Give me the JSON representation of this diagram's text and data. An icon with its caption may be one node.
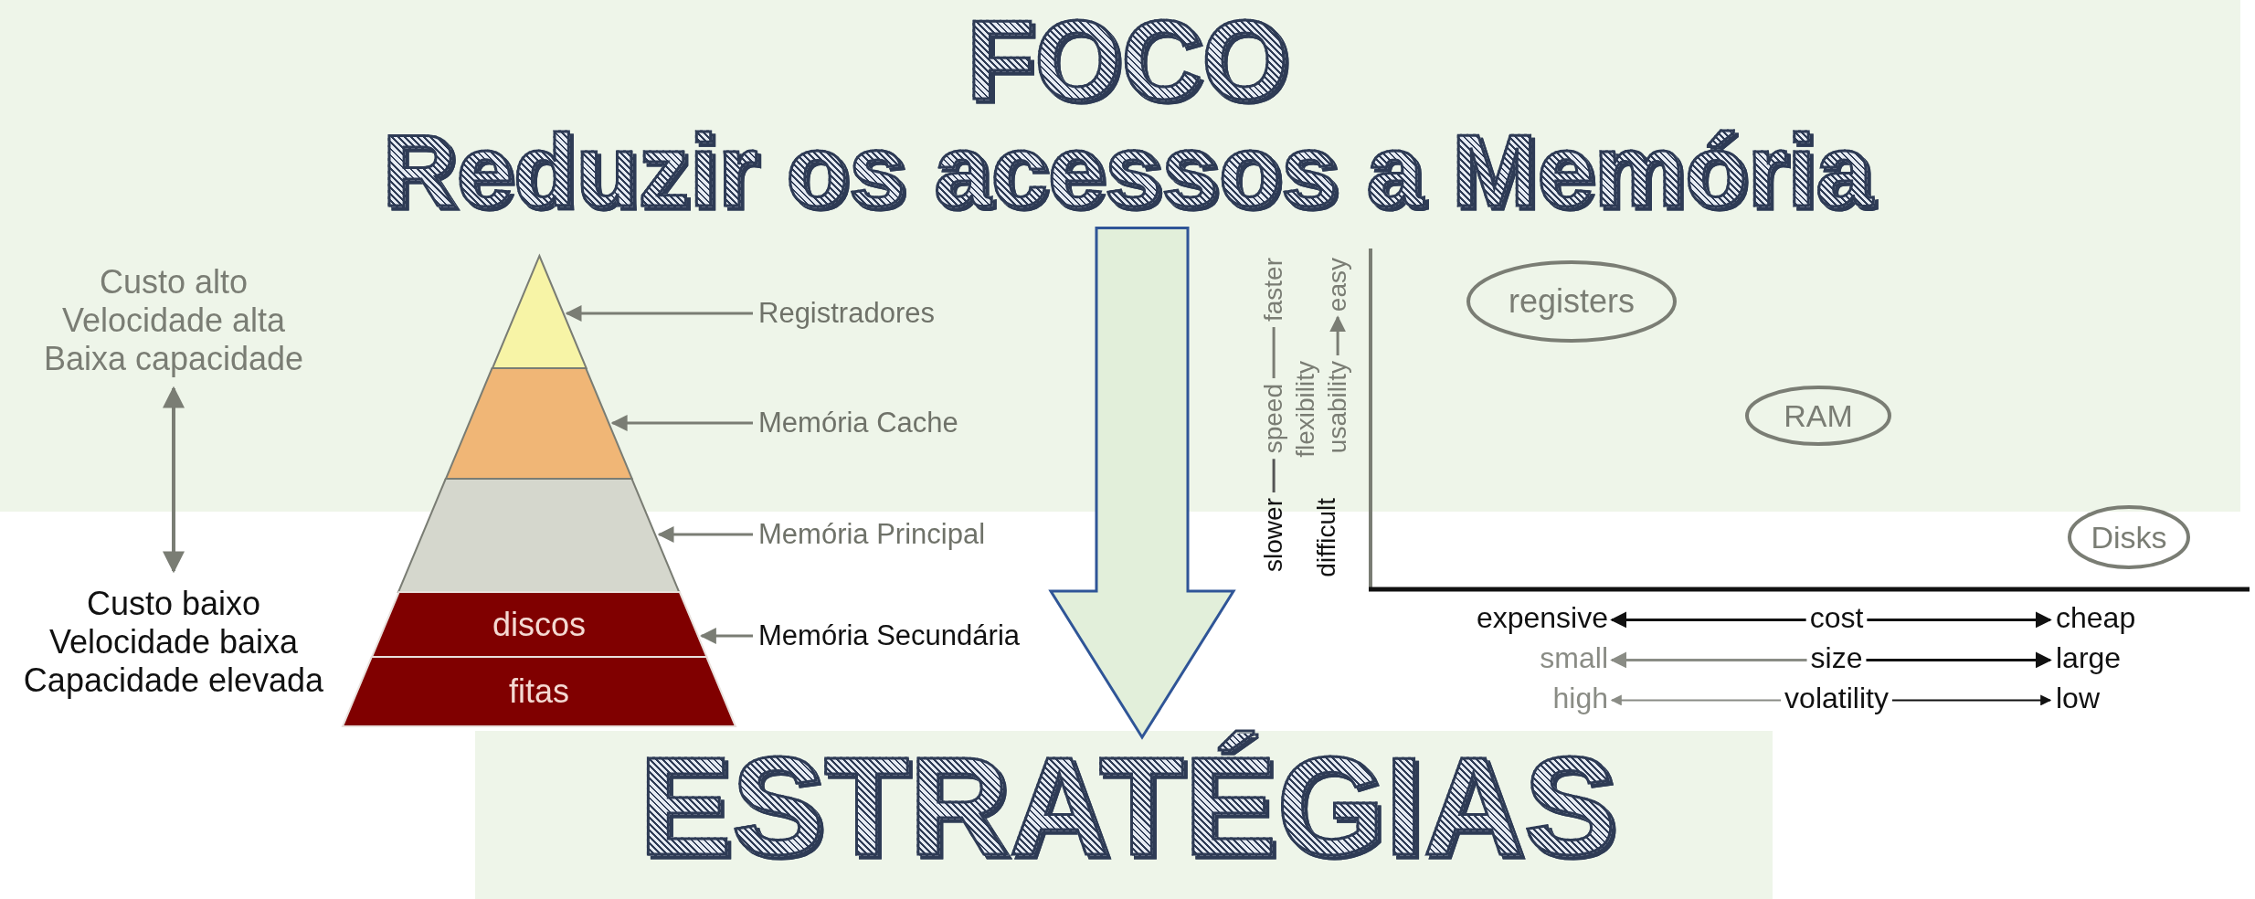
{
  "diagram": {
    "title": "FOCO",
    "nodes": [
      {
        "text": [],
        "shape": "triangle"
      },
      {
        "text": [],
        "shape": "trapezoid"
      },
      {
        "text": [],
        "shape": "trapezoid"
      },
      {
        "text": [
          "discos"
        ]
      },
      {
        "text": [
          "fitas"
        ]
      },
      {
        "text": [
          "Registradores"
        ]
      },
      {
        "text": [
          "Memória Cache"
        ]
      },
      {
        "text": [
          "Memória Principal"
        ]
      },
      {
        "text": [
          "Memória Secundária"
        ]
      },
      {
        "text": [
          "registers"
        ]
      },
      {
        "text": [
          "RAM"
        ]
      },
      {
        "text": [
          "Disks"
        ]
      },
      {
        "text": [
          "Reduzir os acessos a Memória"
        ]
      },
      {
        "text": [
          "ESTRATÉGIAS"
        ]
      }
    ],
    "edges": [
      {
        "from": 5,
        "to": 0,
        "arrow": "to"
      },
      {
        "from": 6,
        "to": 1,
        "arrow": "to"
      },
      {
        "from": 7,
        "to": 2,
        "arrow": "to"
      },
      {
        "from": 8,
        "to": 3,
        "arrow": "to"
      },
      {
        "from": 12,
        "to": 13,
        "arrow": "to",
        "style": "thick",
        "color": "#2f5597"
      }
    ],
    "labels": [
      "Custo alto",
      "Velocidade alta",
      "Baixa capacidade",
      "Custo baixo",
      "Velocidade baixa",
      "Capacidade elevada",
      "slower",
      "speed",
      "faster",
      "flexibility",
      "difficult",
      "usability",
      "easy",
      "expensive",
      "cost",
      "cheap",
      "small",
      "size",
      "large",
      "high",
      "volatility",
      "low"
    ]
  }
}
